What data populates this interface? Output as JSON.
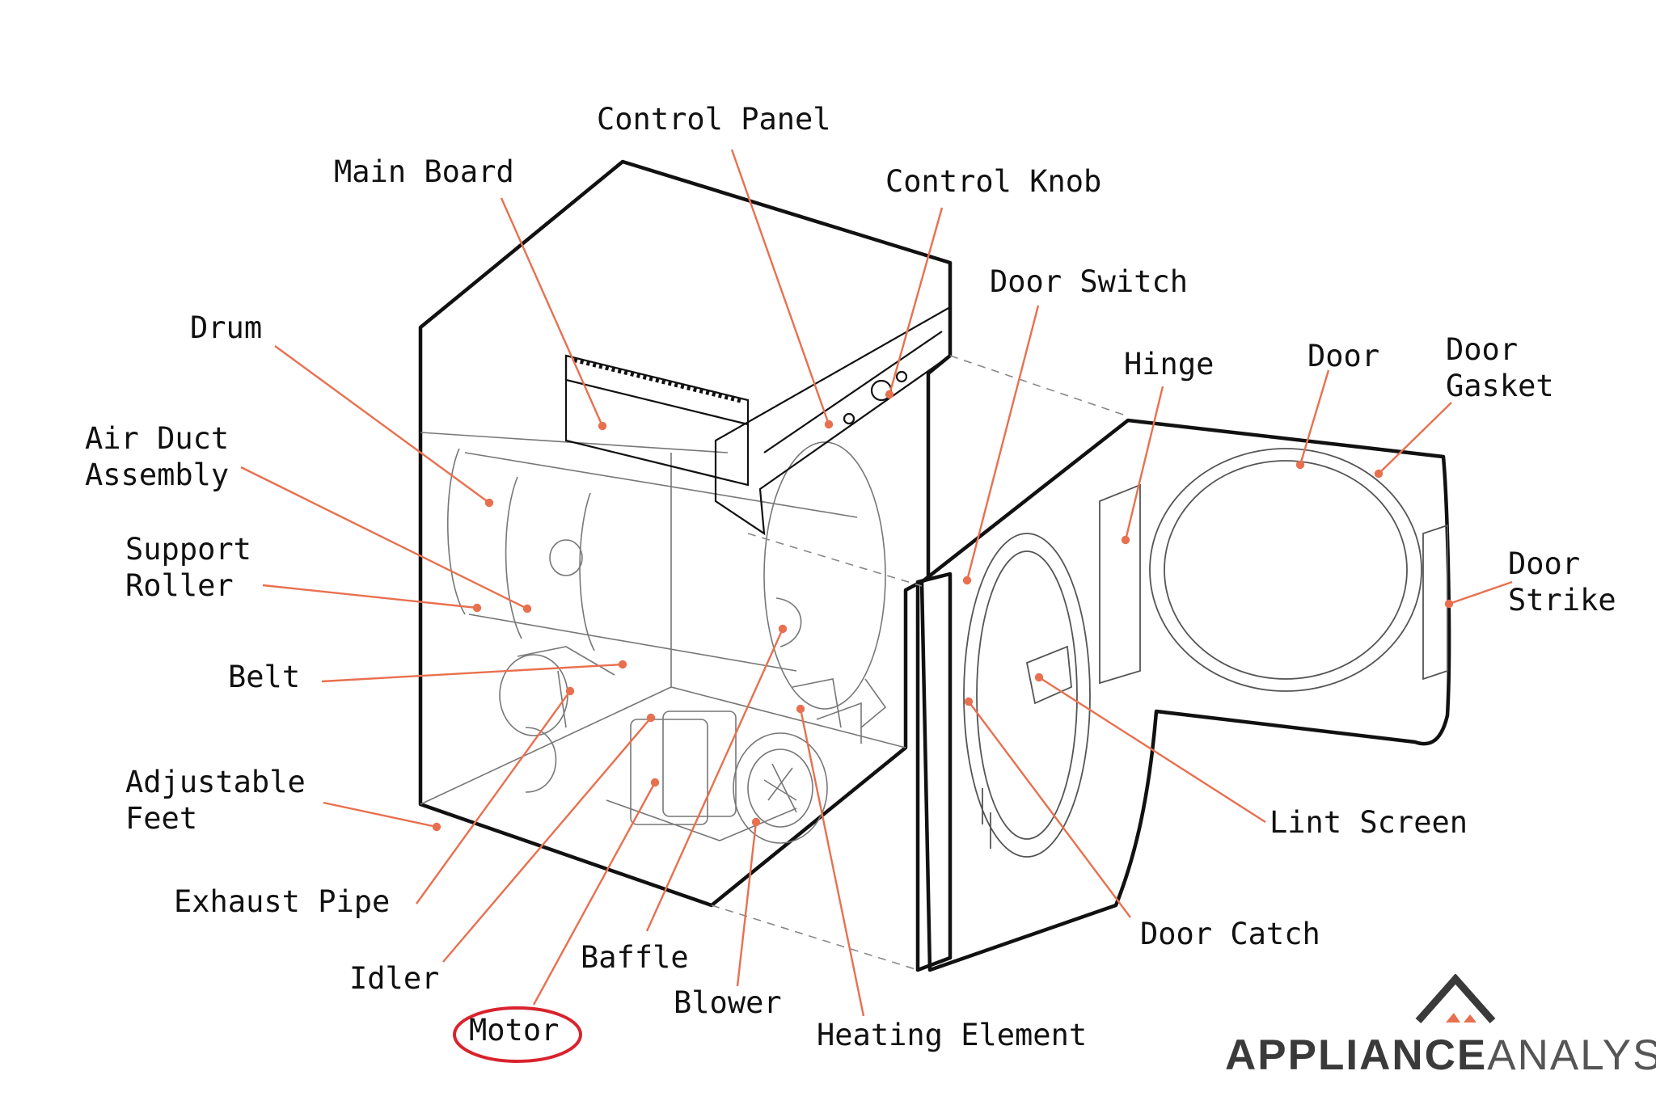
{
  "labels": {
    "control_panel": "Control Panel",
    "main_board": "Main Board",
    "control_knob": "Control Knob",
    "door_switch": "Door Switch",
    "drum": "Drum",
    "hinge": "Hinge",
    "door": "Door",
    "door_gasket": "Door\nGasket",
    "air_duct_assembly": "Air Duct\nAssembly",
    "support_roller": "Support\nRoller",
    "door_strike": "Door\nStrike",
    "belt": "Belt",
    "adjustable_feet": "Adjustable\nFeet",
    "lint_screen": "Lint Screen",
    "exhaust_pipe": "Exhaust Pipe",
    "door_catch": "Door Catch",
    "baffle": "Baffle",
    "idler": "Idler",
    "blower": "Blower",
    "motor": "Motor",
    "heating_element": "Heating Element"
  },
  "highlighted_label": "motor",
  "logo": {
    "strong": "APPLIANCE",
    "light": "ANALYSTS"
  },
  "colors": {
    "leader_line": "#e8704f",
    "highlight_ring": "#d9232d",
    "outline": "#111111",
    "text": "#111111",
    "logo_accent": "#e8704f"
  }
}
